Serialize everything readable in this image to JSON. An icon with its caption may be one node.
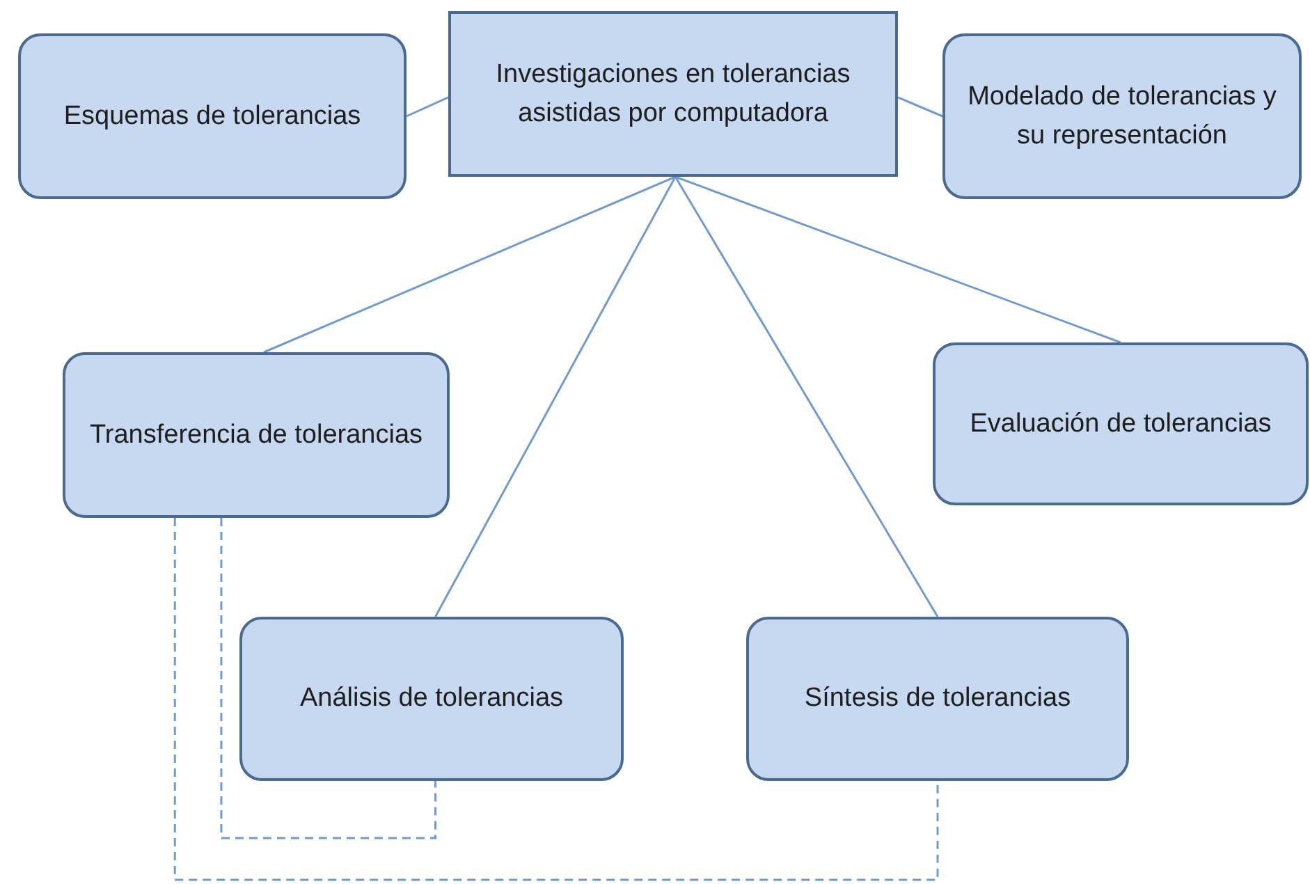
{
  "diagram": {
    "nodes": [
      {
        "text": [
          "Investigaciones en tolerancias asistidas por computadora"
        ]
      },
      {
        "text": [
          "Esquemas de tolerancias"
        ]
      },
      {
        "text": [
          "Modelado de tolerancias y su representación"
        ]
      },
      {
        "text": [
          "Transferencia de tolerancias"
        ]
      },
      {
        "text": [
          "Evaluación de tolerancias"
        ]
      },
      {
        "text": [
          "Análisis de tolerancias"
        ]
      },
      {
        "text": [
          "Síntesis de tolerancias"
        ]
      }
    ],
    "edges": [
      {
        "from": 0,
        "to": 1,
        "arrow": "none"
      },
      {
        "from": 0,
        "to": 2,
        "arrow": "none"
      },
      {
        "from": 0,
        "to": 3,
        "arrow": "none"
      },
      {
        "from": 0,
        "to": 5,
        "arrow": "none"
      },
      {
        "from": 0,
        "to": 6,
        "arrow": "none"
      },
      {
        "from": 0,
        "to": 4,
        "arrow": "none"
      },
      {
        "from": 3,
        "to": 5,
        "arrow": "none",
        "style": "dashed"
      },
      {
        "from": 3,
        "to": 6,
        "arrow": "none",
        "style": "dashed"
      }
    ]
  }
}
